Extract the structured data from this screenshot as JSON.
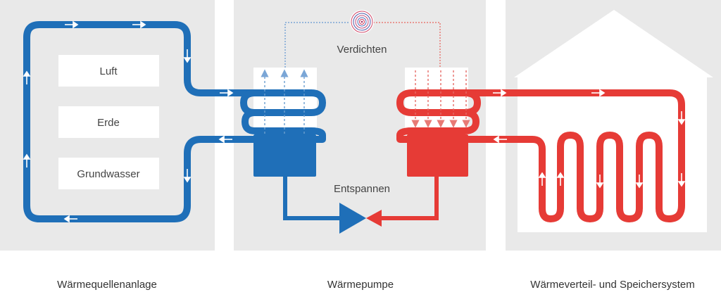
{
  "colors": {
    "panel": "#e9e9e9",
    "blue": "#1f6fb8",
    "red": "#e63b36",
    "box": "#ffffff",
    "text": "#444444",
    "dotted_blue": "#6b9ed0",
    "dotted_red": "#e76b66"
  },
  "source": {
    "items": [
      {
        "label": "Luft"
      },
      {
        "label": "Erde"
      },
      {
        "label": "Grundwasser"
      }
    ]
  },
  "pump": {
    "compress_label": "Verdichten",
    "expand_label": "Entspannen",
    "compressor_icon": "compressor-icon"
  },
  "house": {
    "icon": "house-silhouette"
  },
  "sections": {
    "left": "Wärmequellenanlage",
    "middle": "Wärmepumpe",
    "right": "Wärmeverteil- und Speichersystem"
  }
}
